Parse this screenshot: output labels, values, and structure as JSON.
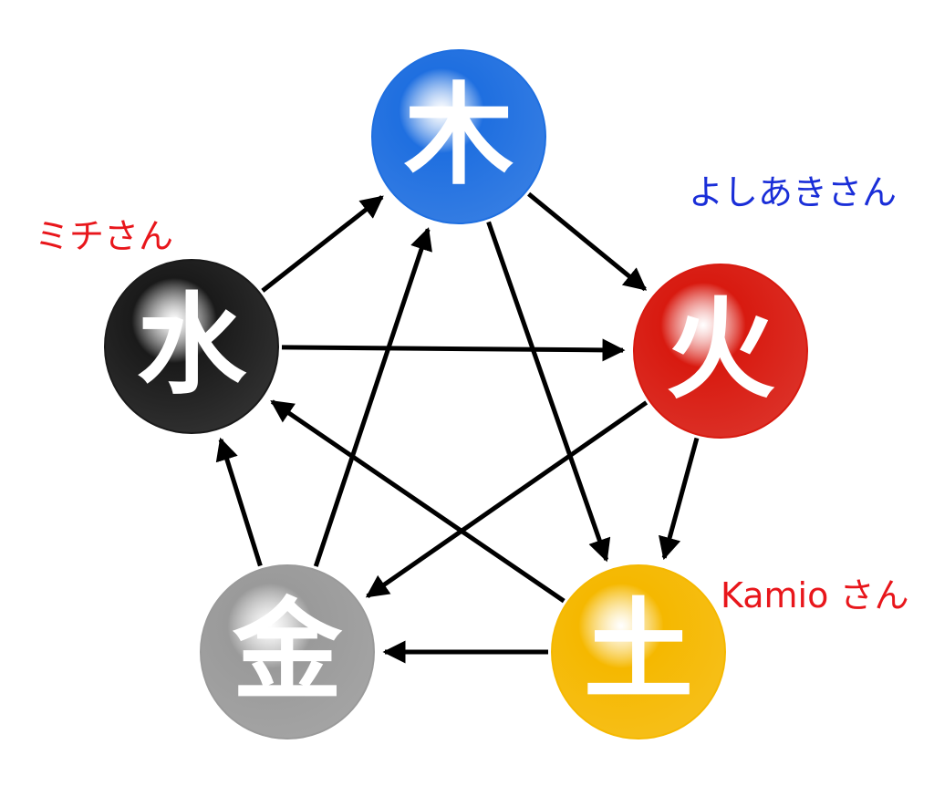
{
  "elements": [
    {
      "id": "wood",
      "char": "木",
      "color": "#1f6fe0"
    },
    {
      "id": "fire",
      "char": "火",
      "color": "#d81a10"
    },
    {
      "id": "earth",
      "char": "土",
      "color": "#f5b800"
    },
    {
      "id": "metal",
      "char": "金",
      "color": "#9a9a9a"
    },
    {
      "id": "water",
      "char": "水",
      "color": "#1a1a1a"
    }
  ],
  "labels": {
    "water_person": {
      "text": "ミチさん",
      "color": "#e8161b"
    },
    "fire_person": {
      "text": "よしあきさん",
      "color": "#1a2ed8"
    },
    "earth_person": {
      "text": "Kamio さん",
      "color": "#e8161b"
    }
  },
  "arrows": [
    {
      "from": "water",
      "to": "wood"
    },
    {
      "from": "wood",
      "to": "fire"
    },
    {
      "from": "fire",
      "to": "earth"
    },
    {
      "from": "earth",
      "to": "metal"
    },
    {
      "from": "metal",
      "to": "water"
    },
    {
      "from": "water",
      "to": "fire"
    },
    {
      "from": "fire",
      "to": "metal"
    },
    {
      "from": "metal",
      "to": "wood"
    },
    {
      "from": "wood",
      "to": "earth"
    },
    {
      "from": "earth",
      "to": "water"
    }
  ]
}
